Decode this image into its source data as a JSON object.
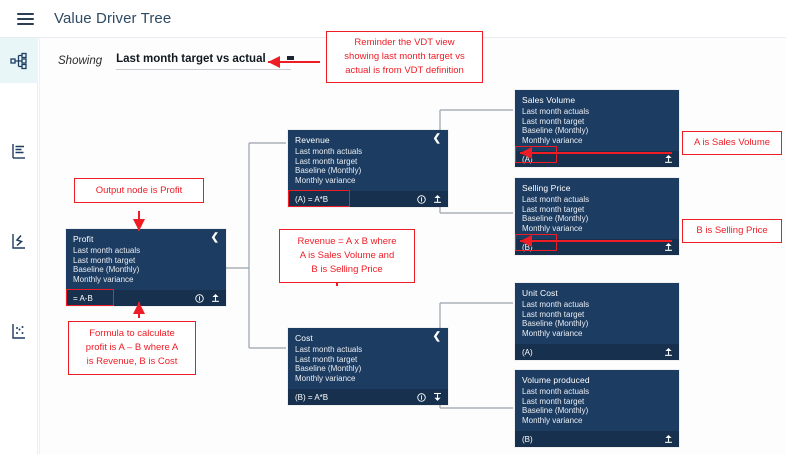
{
  "app": {
    "title": "Value Driver Tree",
    "menu_icon": "hamburger-icon"
  },
  "rail": {
    "items": [
      {
        "icon": "value-driver-tree-icon",
        "name": "value-driver-tree",
        "active": true
      },
      {
        "icon": "list-report-icon",
        "name": "report",
        "active": false
      },
      {
        "icon": "flow-branch-icon",
        "name": "scenario",
        "active": false
      },
      {
        "icon": "scatter-chart-icon",
        "name": "analytics",
        "active": false
      }
    ]
  },
  "toolbar": {
    "showing_label": "Showing",
    "showing_value": "Last month target vs actual",
    "caret_icon": "chevron-down-icon"
  },
  "tree": {
    "metrics": [
      "Last month actuals",
      "Last month target",
      "Baseline (Monthly)",
      "Monthly variance"
    ],
    "nodes": [
      {
        "id": "profit",
        "title": "Profit",
        "formula": "= A-B",
        "collapse_icon": "chevron-left-icon",
        "has_info": true,
        "info_icon": "info-icon",
        "action_icon": "expand-up-icon",
        "highlight": true
      },
      {
        "id": "revenue",
        "title": "Revenue",
        "formula": "(A) = A*B",
        "collapse_icon": "chevron-left-icon",
        "has_info": true,
        "info_icon": "info-icon",
        "action_icon": "expand-up-icon",
        "highlight": true
      },
      {
        "id": "cost",
        "title": "Cost",
        "formula": "(B) = A*B",
        "collapse_icon": "chevron-left-icon",
        "has_info": true,
        "info_icon": "info-icon",
        "action_icon": "expand-down-icon",
        "highlight": false
      },
      {
        "id": "sales-volume",
        "title": "Sales Volume",
        "formula": "(A)",
        "collapse_icon": "",
        "has_info": false,
        "info_icon": "",
        "action_icon": "expand-up-icon",
        "highlight": true
      },
      {
        "id": "selling-price",
        "title": "Selling Price",
        "formula": "(B)",
        "collapse_icon": "",
        "has_info": false,
        "info_icon": "",
        "action_icon": "expand-up-icon",
        "highlight": true
      },
      {
        "id": "unit-cost",
        "title": "Unit Cost",
        "formula": "(A)",
        "collapse_icon": "",
        "has_info": false,
        "info_icon": "",
        "action_icon": "expand-up-icon",
        "highlight": false
      },
      {
        "id": "volume-produced",
        "title": "Volume produced",
        "formula": "(B)",
        "collapse_icon": "",
        "has_info": false,
        "info_icon": "",
        "action_icon": "expand-up-icon",
        "highlight": false
      }
    ]
  },
  "annotations": [
    {
      "id": "vdt-definition",
      "lines": [
        "Reminder the VDT view",
        "showing last month target vs",
        "actual is from VDT definition"
      ]
    },
    {
      "id": "output-node",
      "lines": [
        "Output node is Profit"
      ]
    },
    {
      "id": "profit-formula",
      "lines": [
        "Formula to calculate",
        "profit is A – B where A",
        "is Revenue, B is Cost"
      ]
    },
    {
      "id": "revenue-formula",
      "lines": [
        "Revenue = A x B where",
        "A is Sales Volume and",
        "B is Selling Price"
      ]
    },
    {
      "id": "a-is-sales-volume",
      "lines": [
        "A is Sales Volume"
      ]
    },
    {
      "id": "b-is-selling-price",
      "lines": [
        "B is Selling Price"
      ]
    }
  ],
  "colors": {
    "node_bg": "#1d3c61",
    "node_foot_bg": "#16304e",
    "annotation": "#ee1c25",
    "title": "#2f4a63",
    "rail_active": "#e8f6f8",
    "connector": "#9aa3ac"
  }
}
